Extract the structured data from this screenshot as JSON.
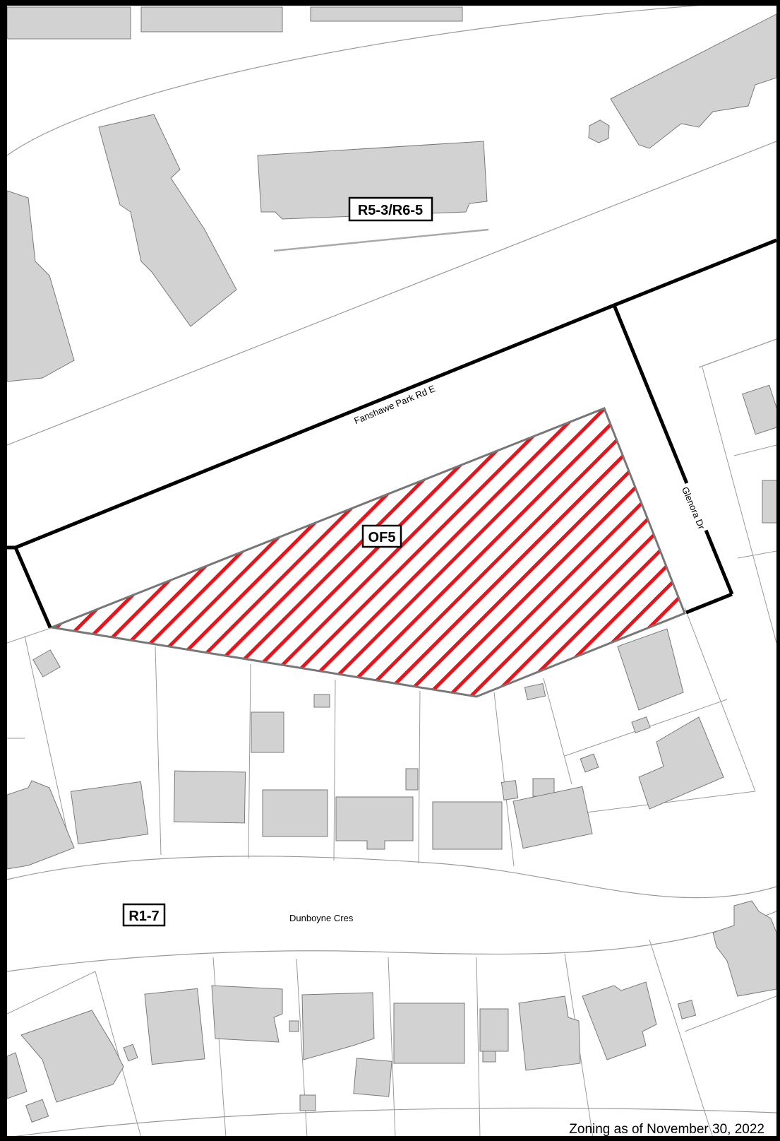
{
  "map": {
    "zones": {
      "top": "R5-3/R6-5",
      "site": "OF5",
      "south": "R1-7"
    },
    "streets": {
      "north": "Fanshawe Park Rd E",
      "east": "Glenora Dr",
      "south": "Dunboyne Cres"
    },
    "footer": "Zoning as of November 30, 2022",
    "colors": {
      "hatch": "#e8141c",
      "building": "#d2d2d2",
      "frame": "#000000"
    }
  }
}
